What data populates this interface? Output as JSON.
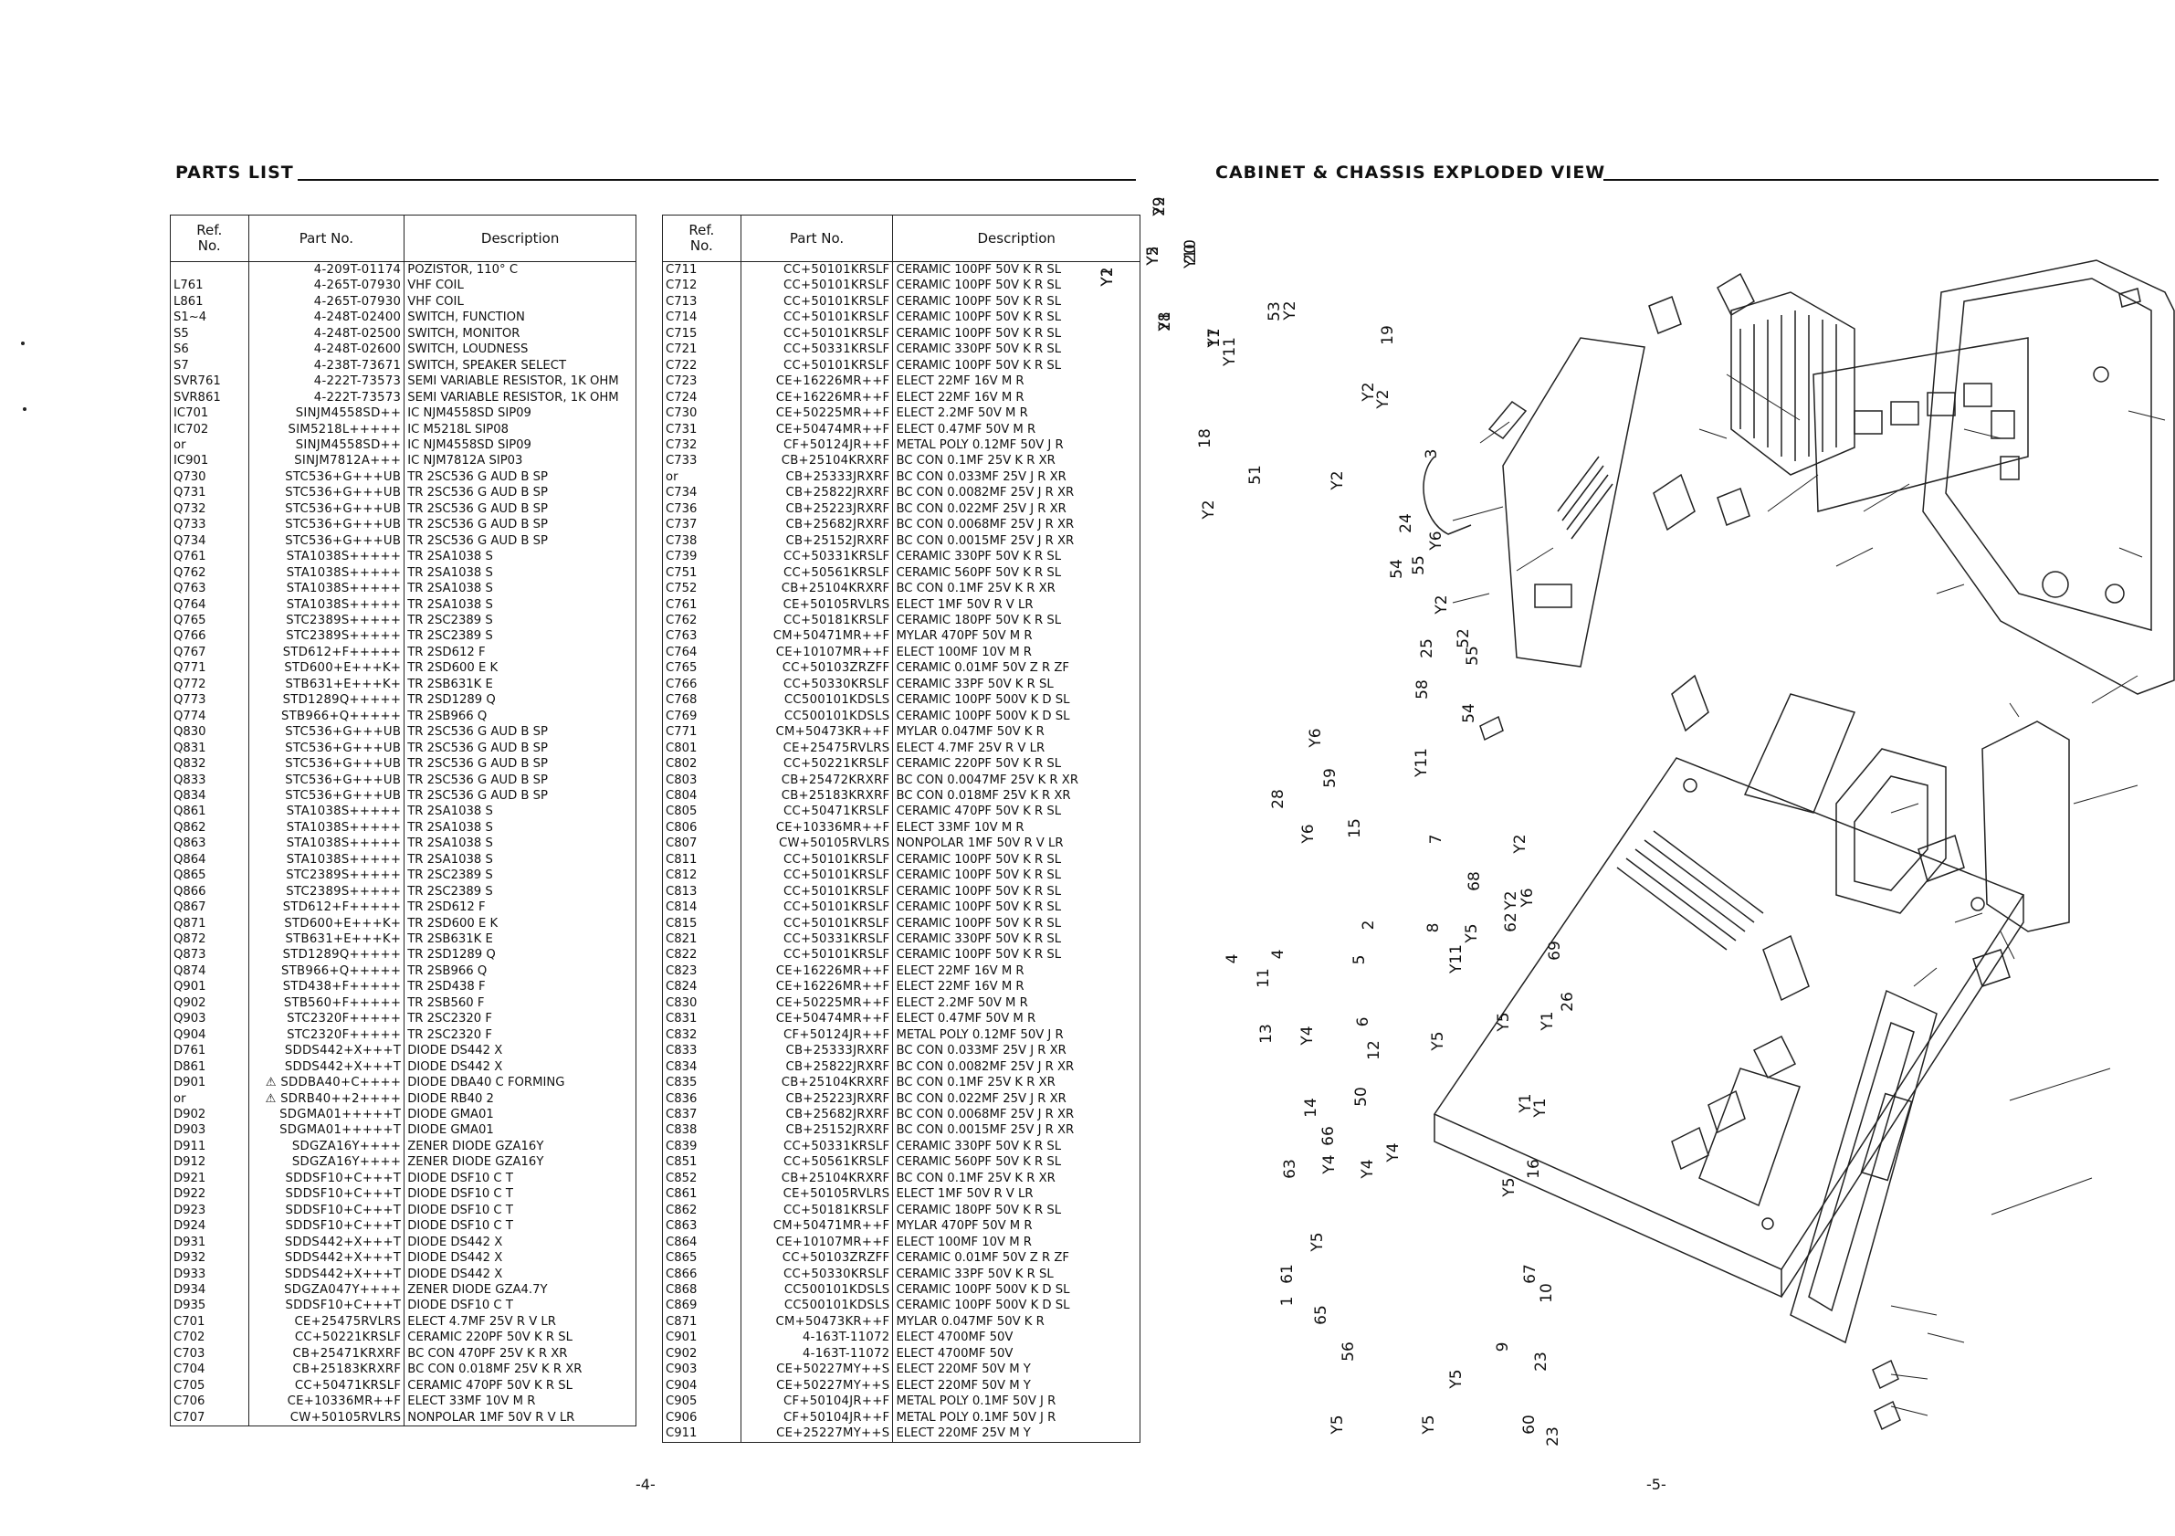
{
  "left": {
    "title": "PARTS LIST",
    "page_number": "-4-",
    "headers": {
      "ref": "Ref.\nNo.",
      "part": "Part No.",
      "desc": "Description"
    },
    "table1": [
      [
        "",
        "4-209T-01174",
        "POZISTOR, 110° C"
      ],
      [
        "L761",
        "4-265T-07930",
        "VHF COIL"
      ],
      [
        "L861",
        "4-265T-07930",
        "VHF COIL"
      ],
      [
        "S1~4",
        "4-248T-02400",
        "SWITCH, FUNCTION"
      ],
      [
        "S5",
        "4-248T-02500",
        "SWITCH, MONITOR"
      ],
      [
        "S6",
        "4-248T-02600",
        "SWITCH, LOUDNESS"
      ],
      [
        "S7",
        "4-238T-73671",
        "SWITCH, SPEAKER SELECT"
      ],
      [
        "SVR761",
        "4-222T-73573",
        "SEMI VARIABLE RESISTOR, 1K OHM"
      ],
      [
        "SVR861",
        "4-222T-73573",
        "SEMI VARIABLE RESISTOR, 1K OHM"
      ],
      [
        "IC701",
        "SINJM4558SD++",
        "IC NJM4558SD SIP09"
      ],
      [
        "IC702",
        "SIM5218L+++++",
        "IC M5218L SIP08"
      ],
      [
        "or",
        "SINJM4558SD++",
        "IC NJM4558SD SIP09"
      ],
      [
        "IC901",
        "SINJM7812A+++",
        "IC NJM7812A SIP03"
      ],
      [
        "Q730",
        "STC536+G+++UB",
        "TR 2SC536 G AUD B SP"
      ],
      [
        "Q731",
        "STC536+G+++UB",
        "TR 2SC536 G AUD B SP"
      ],
      [
        "Q732",
        "STC536+G+++UB",
        "TR 2SC536 G AUD B SP"
      ],
      [
        "Q733",
        "STC536+G+++UB",
        "TR 2SC536 G AUD B SP"
      ],
      [
        "Q734",
        "STC536+G+++UB",
        "TR 2SC536 G AUD B SP"
      ],
      [
        "Q761",
        "STA1038S+++++",
        "TR 2SA1038 S"
      ],
      [
        "Q762",
        "STA1038S+++++",
        "TR 2SA1038 S"
      ],
      [
        "Q763",
        "STA1038S+++++",
        "TR 2SA1038 S"
      ],
      [
        "Q764",
        "STA1038S+++++",
        "TR 2SA1038 S"
      ],
      [
        "Q765",
        "STC2389S+++++",
        "TR 2SC2389 S"
      ],
      [
        "Q766",
        "STC2389S+++++",
        "TR 2SC2389 S"
      ],
      [
        "Q767",
        "STD612+F+++++",
        "TR 2SD612 F"
      ],
      [
        "Q771",
        "STD600+E+++K+",
        "TR 2SD600 E K"
      ],
      [
        "Q772",
        "STB631+E+++K+",
        "TR 2SB631K E"
      ],
      [
        "Q773",
        "STD1289Q+++++",
        "TR 2SD1289 Q"
      ],
      [
        "Q774",
        "STB966+Q+++++",
        "TR 2SB966 Q"
      ],
      [
        "Q830",
        "STC536+G+++UB",
        "TR 2SC536 G AUD B SP"
      ],
      [
        "Q831",
        "STC536+G+++UB",
        "TR 2SC536 G AUD B SP"
      ],
      [
        "Q832",
        "STC536+G+++UB",
        "TR 2SC536 G AUD B SP"
      ],
      [
        "Q833",
        "STC536+G+++UB",
        "TR 2SC536 G AUD B SP"
      ],
      [
        "Q834",
        "STC536+G+++UB",
        "TR 2SC536 G AUD B SP"
      ],
      [
        "Q861",
        "STA1038S+++++",
        "TR 2SA1038 S"
      ],
      [
        "Q862",
        "STA1038S+++++",
        "TR 2SA1038 S"
      ],
      [
        "Q863",
        "STA1038S+++++",
        "TR 2SA1038 S"
      ],
      [
        "Q864",
        "STA1038S+++++",
        "TR 2SA1038 S"
      ],
      [
        "Q865",
        "STC2389S+++++",
        "TR 2SC2389 S"
      ],
      [
        "Q866",
        "STC2389S+++++",
        "TR 2SC2389 S"
      ],
      [
        "Q867",
        "STD612+F+++++",
        "TR 2SD612 F"
      ],
      [
        "Q871",
        "STD600+E+++K+",
        "TR 2SD600 E K"
      ],
      [
        "Q872",
        "STB631+E+++K+",
        "TR 2SB631K E"
      ],
      [
        "Q873",
        "STD1289Q+++++",
        "TR 2SD1289 Q"
      ],
      [
        "Q874",
        "STB966+Q+++++",
        "TR 2SB966 Q"
      ],
      [
        "Q901",
        "STD438+F+++++",
        "TR 2SD438 F"
      ],
      [
        "Q902",
        "STB560+F+++++",
        "TR 2SB560 F"
      ],
      [
        "Q903",
        "STC2320F+++++",
        "TR 2SC2320 F"
      ],
      [
        "Q904",
        "STC2320F+++++",
        "TR 2SC2320 F"
      ],
      [
        "D761",
        "SDDS442+X+++T",
        "DIODE DS442 X"
      ],
      [
        "D861",
        "SDDS442+X+++T",
        "DIODE DS442 X"
      ],
      [
        "D901",
        "⚠ SDDBA40+C++++",
        "DIODE DBA40 C FORMING"
      ],
      [
        "or",
        "⚠ SDRB40++2++++",
        "DIODE RB40 2"
      ],
      [
        "D902",
        "SDGMA01+++++T",
        "DIODE GMA01"
      ],
      [
        "D903",
        "SDGMA01+++++T",
        "DIODE GMA01"
      ],
      [
        "D911",
        "SDGZA16Y++++",
        "ZENER DIODE GZA16Y"
      ],
      [
        "D912",
        "SDGZA16Y++++",
        "ZENER DIODE GZA16Y"
      ],
      [
        "D921",
        "SDDSF10+C+++T",
        "DIODE DSF10 C T"
      ],
      [
        "D922",
        "SDDSF10+C+++T",
        "DIODE DSF10 C T"
      ],
      [
        "D923",
        "SDDSF10+C+++T",
        "DIODE DSF10 C T"
      ],
      [
        "D924",
        "SDDSF10+C+++T",
        "DIODE DSF10 C T"
      ],
      [
        "D931",
        "SDDS442+X+++T",
        "DIODE DS442 X"
      ],
      [
        "D932",
        "SDDS442+X+++T",
        "DIODE DS442 X"
      ],
      [
        "D933",
        "SDDS442+X+++T",
        "DIODE DS442 X"
      ],
      [
        "D934",
        "SDGZA047Y++++",
        "ZENER DIODE GZA4.7Y"
      ],
      [
        "D935",
        "SDDSF10+C+++T",
        "DIODE DSF10 C T"
      ],
      [
        "C701",
        "CE+25475RVLRS",
        "ELECT 4.7MF 25V R V LR"
      ],
      [
        "C702",
        "CC+50221KRSLF",
        "CERAMIC 220PF 50V K R SL"
      ],
      [
        "C703",
        "CB+25471KRXRF",
        "BC CON 470PF 25V K R XR"
      ],
      [
        "C704",
        "CB+25183KRXRF",
        "BC CON 0.018MF 25V K R XR"
      ],
      [
        "C705",
        "CC+50471KRSLF",
        "CERAMIC 470PF 50V K R SL"
      ],
      [
        "C706",
        "CE+10336MR++F",
        "ELECT 33MF 10V M R"
      ],
      [
        "C707",
        "CW+50105RVLRS",
        "NONPOLAR 1MF 50V R V LR"
      ]
    ],
    "table2": [
      [
        "C711",
        "CC+50101KRSLF",
        "CERAMIC 100PF 50V K R SL"
      ],
      [
        "C712",
        "CC+50101KRSLF",
        "CERAMIC 100PF 50V K R SL"
      ],
      [
        "C713",
        "CC+50101KRSLF",
        "CERAMIC 100PF 50V K R SL"
      ],
      [
        "C714",
        "CC+50101KRSLF",
        "CERAMIC 100PF 50V K R SL"
      ],
      [
        "C715",
        "CC+50101KRSLF",
        "CERAMIC 100PF 50V K R SL"
      ],
      [
        "C721",
        "CC+50331KRSLF",
        "CERAMIC 330PF 50V K R SL"
      ],
      [
        "C722",
        "CC+50101KRSLF",
        "CERAMIC 100PF 50V K R SL"
      ],
      [
        "C723",
        "CE+16226MR++F",
        "ELECT 22MF 16V M R"
      ],
      [
        "C724",
        "CE+16226MR++F",
        "ELECT 22MF 16V M R"
      ],
      [
        "C730",
        "CE+50225MR++F",
        "ELECT 2.2MF 50V M R"
      ],
      [
        "C731",
        "CE+50474MR++F",
        "ELECT 0.47MF 50V M R"
      ],
      [
        "C732",
        "CF+50124JR++F",
        "METAL POLY 0.12MF 50V J R"
      ],
      [
        "C733",
        "CB+25104KRXRF",
        "BC CON 0.1MF 25V K R XR"
      ],
      [
        "or",
        "CB+25333JRXRF",
        "BC CON 0.033MF 25V J R XR"
      ],
      [
        "C734",
        "CB+25822JRXRF",
        "BC CON 0.0082MF 25V J R XR"
      ],
      [
        "C736",
        "CB+25223JRXRF",
        "BC CON 0.022MF 25V J R XR"
      ],
      [
        "C737",
        "CB+25682JRXRF",
        "BC CON 0.0068MF 25V J R XR"
      ],
      [
        "C738",
        "CB+25152JRXRF",
        "BC CON 0.0015MF 25V J R XR"
      ],
      [
        "C739",
        "CC+50331KRSLF",
        "CERAMIC 330PF 50V K R SL"
      ],
      [
        "C751",
        "CC+50561KRSLF",
        "CERAMIC 560PF 50V K R SL"
      ],
      [
        "C752",
        "CB+25104KRXRF",
        "BC CON 0.1MF 25V K R XR"
      ],
      [
        "C761",
        "CE+50105RVLRS",
        "ELECT 1MF 50V R V LR"
      ],
      [
        "C762",
        "CC+50181KRSLF",
        "CERAMIC 180PF 50V K R SL"
      ],
      [
        "C763",
        "CM+50471MR++F",
        "MYLAR 470PF 50V M R"
      ],
      [
        "C764",
        "CE+10107MR++F",
        "ELECT 100MF 10V M R"
      ],
      [
        "C765",
        "CC+50103ZRZFF",
        "CERAMIC 0.01MF 50V Z R ZF"
      ],
      [
        "C766",
        "CC+50330KRSLF",
        "CERAMIC 33PF 50V K R SL"
      ],
      [
        "C768",
        "CC500101KDSLS",
        "CERAMIC 100PF 500V K D SL"
      ],
      [
        "C769",
        "CC500101KDSLS",
        "CERAMIC 100PF 500V K D SL"
      ],
      [
        "C771",
        "CM+50473KR++F",
        "MYLAR 0.047MF 50V K R"
      ],
      [
        "C801",
        "CE+25475RVLRS",
        "ELECT 4.7MF 25V R V LR"
      ],
      [
        "C802",
        "CC+50221KRSLF",
        "CERAMIC 220PF 50V K R SL"
      ],
      [
        "C803",
        "CB+25472KRXRF",
        "BC CON 0.0047MF 25V K R XR"
      ],
      [
        "C804",
        "CB+25183KRXRF",
        "BC CON 0.018MF 25V K R XR"
      ],
      [
        "C805",
        "CC+50471KRSLF",
        "CERAMIC 470PF 50V K R SL"
      ],
      [
        "C806",
        "CE+10336MR++F",
        "ELECT 33MF 10V M R"
      ],
      [
        "C807",
        "CW+50105RVLRS",
        "NONPOLAR 1MF 50V R V LR"
      ],
      [
        "C811",
        "CC+50101KRSLF",
        "CERAMIC 100PF 50V K R SL"
      ],
      [
        "C812",
        "CC+50101KRSLF",
        "CERAMIC 100PF 50V K R SL"
      ],
      [
        "C813",
        "CC+50101KRSLF",
        "CERAMIC 100PF 50V K R SL"
      ],
      [
        "C814",
        "CC+50101KRSLF",
        "CERAMIC 100PF 50V K R SL"
      ],
      [
        "C815",
        "CC+50101KRSLF",
        "CERAMIC 100PF 50V K R SL"
      ],
      [
        "C821",
        "CC+50331KRSLF",
        "CERAMIC 330PF 50V K R SL"
      ],
      [
        "C822",
        "CC+50101KRSLF",
        "CERAMIC 100PF 50V K R SL"
      ],
      [
        "C823",
        "CE+16226MR++F",
        "ELECT 22MF 16V M R"
      ],
      [
        "C824",
        "CE+16226MR++F",
        "ELECT 22MF 16V M R"
      ],
      [
        "C830",
        "CE+50225MR++F",
        "ELECT 2.2MF 50V M R"
      ],
      [
        "C831",
        "CE+50474MR++F",
        "ELECT 0.47MF 50V M R"
      ],
      [
        "C832",
        "CF+50124JR++F",
        "METAL POLY 0.12MF 50V J R"
      ],
      [
        "C833",
        "CB+25333JRXRF",
        "BC CON 0.033MF 25V J R XR"
      ],
      [
        "C834",
        "CB+25822JRXRF",
        "BC CON 0.0082MF 25V J R XR"
      ],
      [
        "C835",
        "CB+25104KRXRF",
        "BC CON 0.1MF 25V K R XR"
      ],
      [
        "C836",
        "CB+25223JRXRF",
        "BC CON 0.022MF 25V J R XR"
      ],
      [
        "C837",
        "CB+25682JRXRF",
        "BC CON 0.0068MF 25V J R XR"
      ],
      [
        "C838",
        "CB+25152JRXRF",
        "BC CON 0.0015MF 25V J R XR"
      ],
      [
        "C839",
        "CC+50331KRSLF",
        "CERAMIC 330PF 50V K R SL"
      ],
      [
        "C851",
        "CC+50561KRSLF",
        "CERAMIC 560PF 50V K R SL"
      ],
      [
        "C852",
        "CB+25104KRXRF",
        "BC CON 0.1MF 25V K R XR"
      ],
      [
        "C861",
        "CE+50105RVLRS",
        "ELECT 1MF 50V R V LR"
      ],
      [
        "C862",
        "CC+50181KRSLF",
        "CERAMIC 180PF 50V K R SL"
      ],
      [
        "C863",
        "CM+50471MR++F",
        "MYLAR 470PF 50V M R"
      ],
      [
        "C864",
        "CE+10107MR++F",
        "ELECT 100MF 10V M R"
      ],
      [
        "C865",
        "CC+50103ZRZFF",
        "CERAMIC 0.01MF 50V Z R ZF"
      ],
      [
        "C866",
        "CC+50330KRSLF",
        "CERAMIC 33PF 50V K R SL"
      ],
      [
        "C868",
        "CC500101KDSLS",
        "CERAMIC 100PF 500V K D SL"
      ],
      [
        "C869",
        "CC500101KDSLS",
        "CERAMIC 100PF 500V K D SL"
      ],
      [
        "C871",
        "CM+50473KR++F",
        "MYLAR 0.047MF 50V K R"
      ],
      [
        "C901",
        "4-163T-11072",
        "ELECT 4700MF 50V"
      ],
      [
        "C902",
        "4-163T-11072",
        "ELECT 4700MF 50V"
      ],
      [
        "C903",
        "CE+50227MY++S",
        "ELECT 220MF 50V M Y"
      ],
      [
        "C904",
        "CE+50227MY++S",
        "ELECT 220MF 50V M Y"
      ],
      [
        "C905",
        "CF+50104JR++F",
        "METAL POLY 0.1MF 50V J R"
      ],
      [
        "C906",
        "CF+50104JR++F",
        "METAL POLY 0.1MF 50V J R"
      ],
      [
        "C911",
        "CE+25227MY++S",
        "ELECT 220MF 25V M Y"
      ]
    ]
  },
  "right": {
    "title": "CABINET & CHASSIS EXPLODED VIEW",
    "page_number": "-5-",
    "callouts": [
      "Y2",
      "Y2",
      "Y2",
      "Y10",
      "Y9",
      "Y8",
      "17",
      "Y11",
      "53",
      "Y2",
      "18",
      "Y2",
      "51",
      "Y2",
      "Y2",
      "19",
      "Y2",
      "3",
      "Y6",
      "25",
      "55",
      "54",
      "24",
      "Y2",
      "52",
      "55",
      "54",
      "58",
      "Y11",
      "Y6",
      "59",
      "28",
      "Y6",
      "15",
      "2",
      "5",
      "6",
      "7",
      "8",
      "Y11",
      "Y6",
      "68",
      "Y2",
      "Y2",
      "Y5",
      "62",
      "69",
      "26",
      "Y1",
      "Y5",
      "Y5",
      "12",
      "Y4",
      "4",
      "4",
      "11",
      "13",
      "14",
      "66",
      "Y4",
      "50",
      "Y4",
      "Y4",
      "Y5",
      "Y1",
      "Y1",
      "16",
      "67",
      "10",
      "9",
      "23",
      "23",
      "60",
      "Y5",
      "Y5",
      "63",
      "61",
      "1",
      "Y5",
      "65",
      "Y5",
      "56",
      "Y5",
      "Y1",
      "Y5",
      "20",
      "22",
      "21",
      "Y1"
    ]
  }
}
